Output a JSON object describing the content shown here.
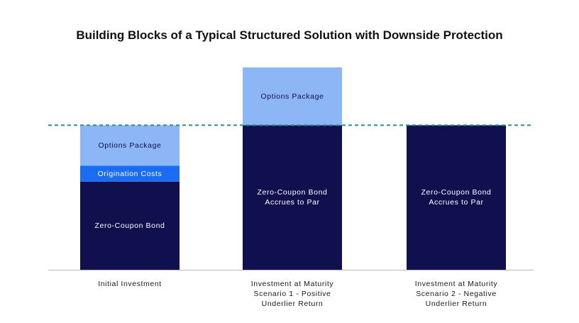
{
  "chart_data": {
    "type": "bar",
    "stacked": true,
    "title": "Building Blocks of a Typical Structured Solution with Downside Protection",
    "categories": [
      "Initial Investment",
      "Investment at Maturity\nScenario 1 - Positive\nUnderlier Return",
      "Investment at Maturity\nScenario 2 - Negative\nUnderlier Return"
    ],
    "bars": [
      {
        "segments": [
          {
            "label": "Zero-Coupon Bond",
            "value": 61,
            "color": "#11104f",
            "text_color": "#ffffff"
          },
          {
            "label": "Origination Costs",
            "value": 11,
            "color": "#1a6cf2",
            "text_color": "#ffffff"
          },
          {
            "label": "Options Package",
            "value": 28,
            "color": "#8cb6f5",
            "text_color": "#11104f"
          }
        ]
      },
      {
        "segments": [
          {
            "label": "Zero-Coupon Bond\nAccrues to Par",
            "value": 100,
            "color": "#11104f",
            "text_color": "#ffffff"
          },
          {
            "label": "Options Package",
            "value": 40,
            "color": "#8cb6f5",
            "text_color": "#11104f"
          }
        ]
      },
      {
        "segments": [
          {
            "label": "Zero-Coupon Bond\nAccrues to Par",
            "value": 100,
            "color": "#11104f",
            "text_color": "#ffffff"
          }
        ]
      }
    ],
    "reference_line": {
      "value": 100,
      "style": "dashed",
      "color": "#2a8f8f"
    },
    "ylim": [
      0,
      140
    ],
    "axis_color": "#bbbbbb",
    "grid": false,
    "legend": "none",
    "xlabel": "",
    "ylabel": ""
  }
}
